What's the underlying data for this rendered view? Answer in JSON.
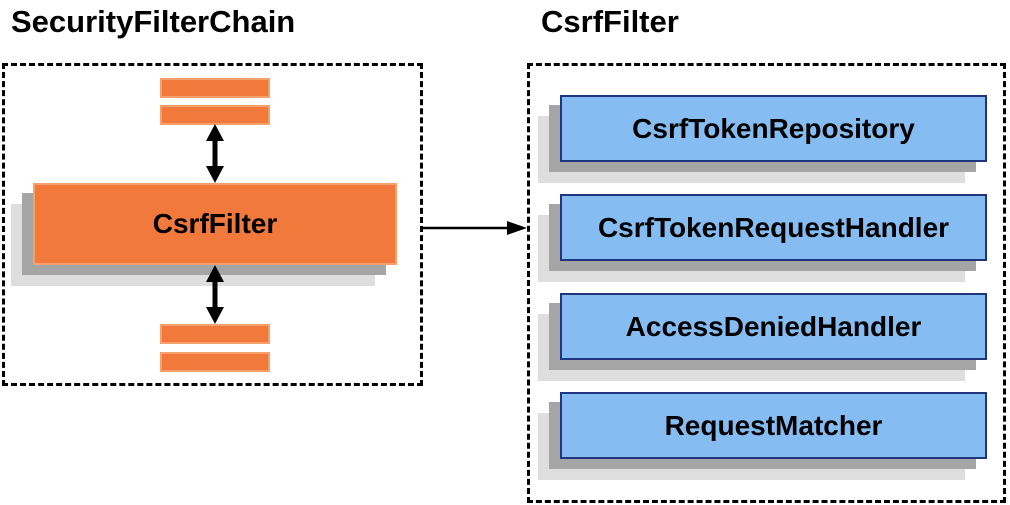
{
  "left_panel": {
    "title": "SecurityFilterChain",
    "filter_box_label": "CsrfFilter",
    "placeholder_bars_count": 4
  },
  "right_panel": {
    "title": "CsrfFilter",
    "components": [
      {
        "label": "CsrfTokenRepository"
      },
      {
        "label": "CsrfTokenRequestHandler"
      },
      {
        "label": "AccessDeniedHandler"
      },
      {
        "label": "RequestMatcher"
      }
    ]
  },
  "icons": {
    "bidirectional_arrow": "↕",
    "flow_arrow": "→"
  },
  "colors": {
    "orange_fill": "#F0793B",
    "orange_border": "#F8A06C",
    "blue_fill": "#85BDF2",
    "blue_border": "#20357E",
    "shadow_dark": "#A5A5A5",
    "shadow_light": "#DEDEDE",
    "arrow": "#000000",
    "dashed_border": "#000000",
    "text": "#000000",
    "background": "#FFFFFF"
  }
}
